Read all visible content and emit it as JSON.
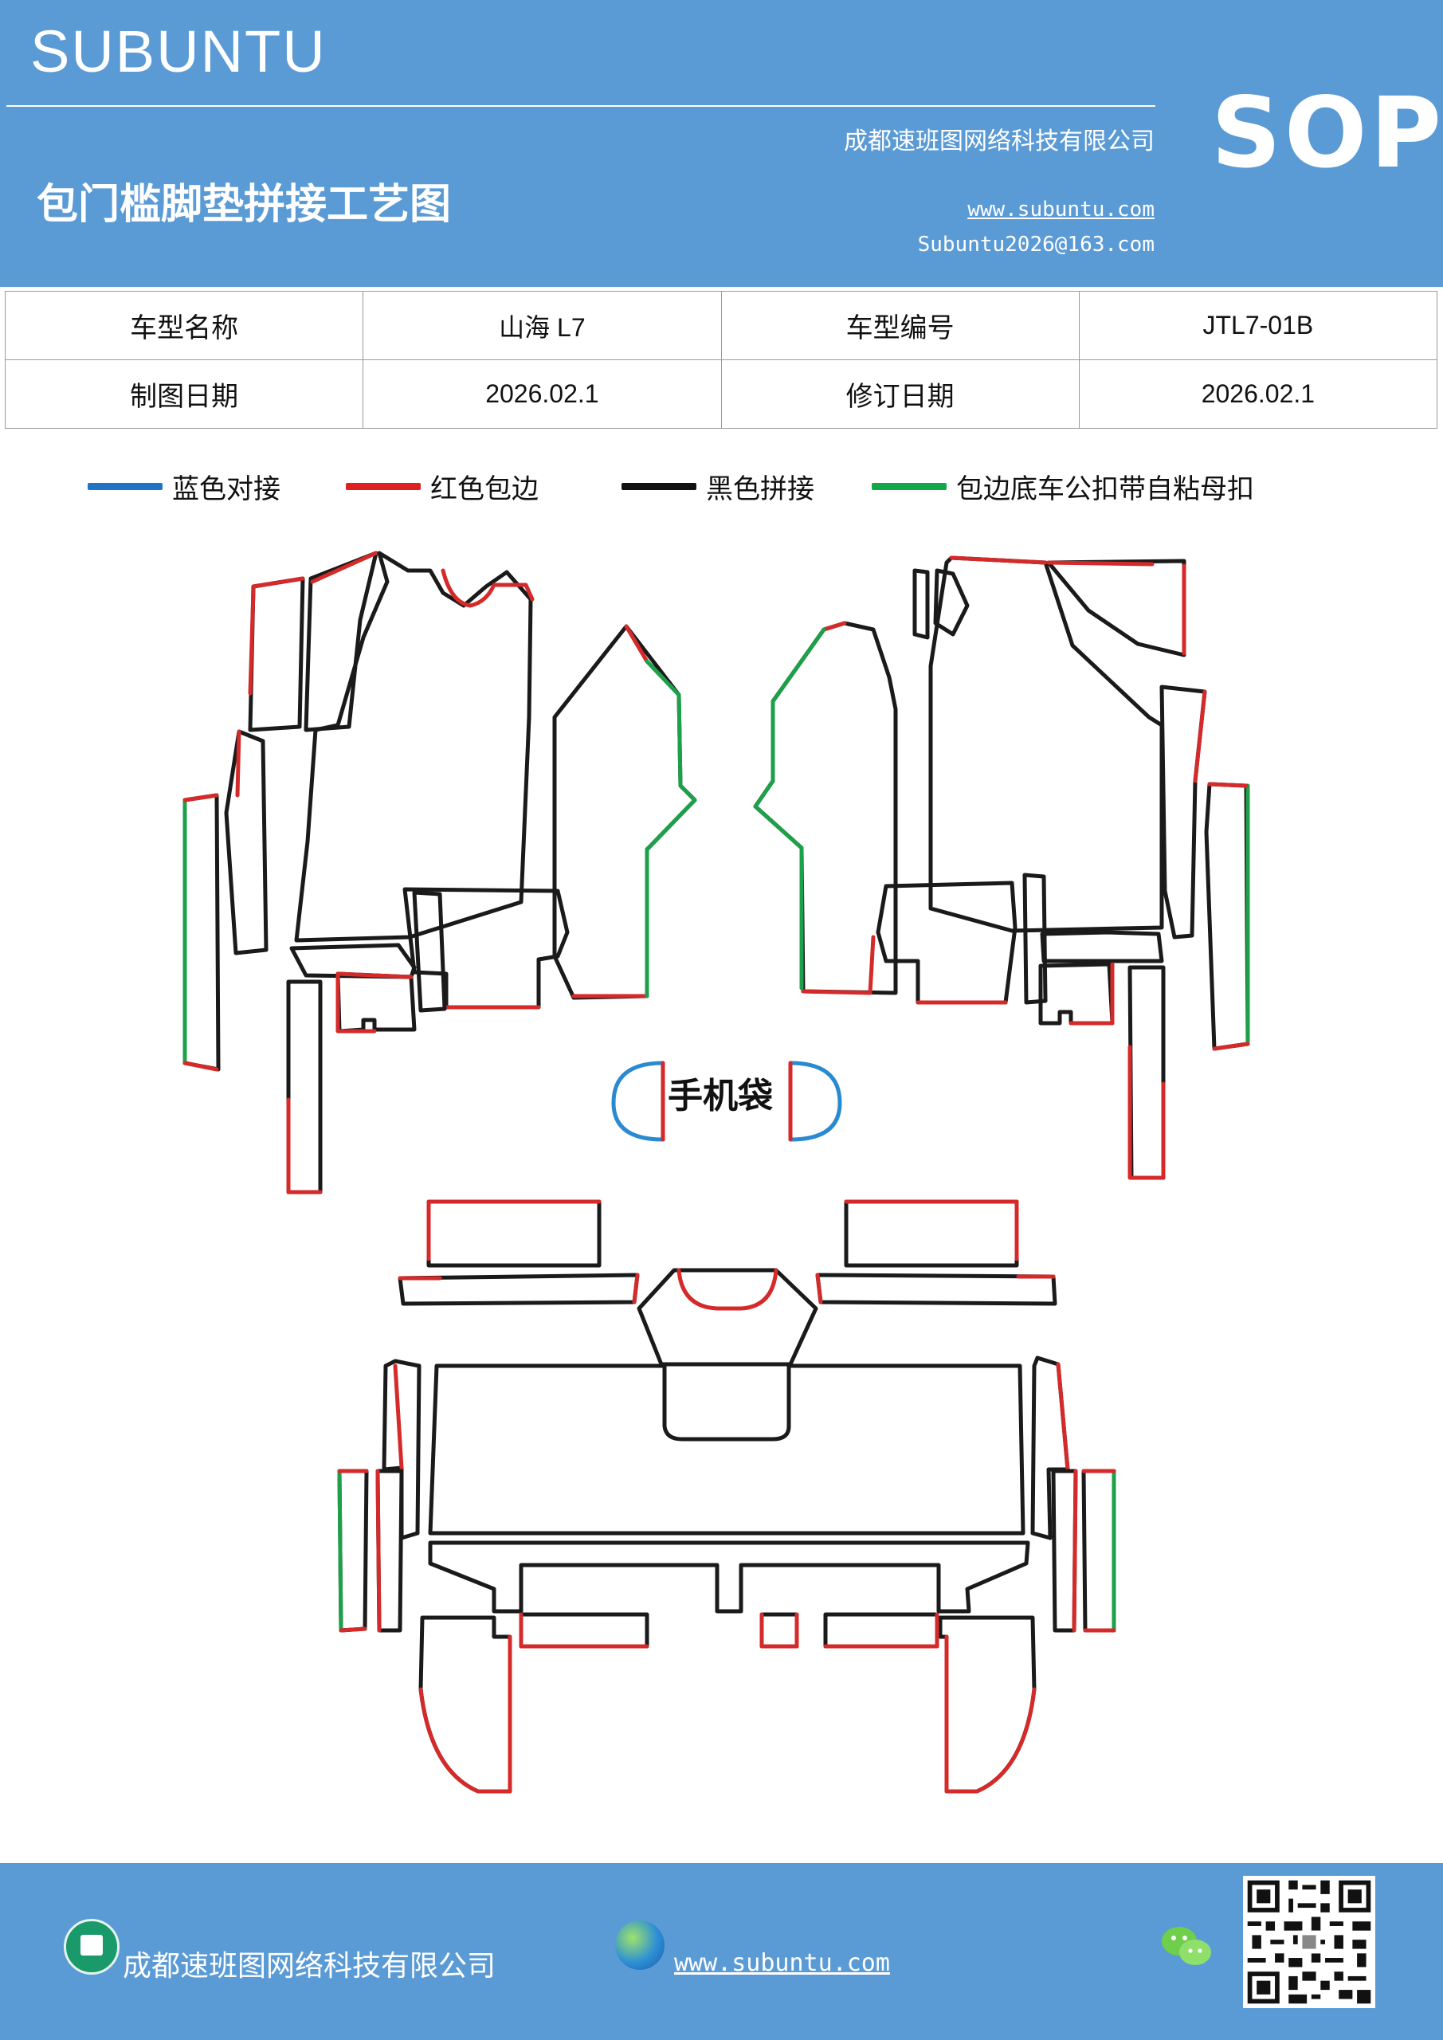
{
  "header": {
    "brand": "SUBUNTU",
    "badge": "SOP",
    "company": "成都速班图网络科技有限公司",
    "title": "包门槛脚垫拼接工艺图",
    "website": "www.subuntu.com",
    "email": "Subuntu2026@163.com"
  },
  "info_table": {
    "rows": [
      [
        "车型名称",
        "山海 L7",
        "车型编号",
        "JTL7-01B"
      ],
      [
        "制图日期",
        "2026.02.1",
        "修订日期",
        "2026.02.1"
      ]
    ]
  },
  "legend": [
    {
      "label": "蓝色对接",
      "color": "#1f74c6"
    },
    {
      "label": "红色包边",
      "color": "#e02020"
    },
    {
      "label": "黑色拼接",
      "color": "#111111"
    },
    {
      "label": "包边底车公扣带自粘母扣",
      "color": "#12a84a"
    }
  ],
  "diagram": {
    "phone_bag_label": "手机袋",
    "stroke_colors": {
      "black": "#1a1a1a",
      "red": "#d42a2a",
      "green": "#1ea04a",
      "blue": "#2a8ad0"
    }
  },
  "footer": {
    "company": "成都速班图网络科技有限公司",
    "website": "www.subuntu.com"
  }
}
